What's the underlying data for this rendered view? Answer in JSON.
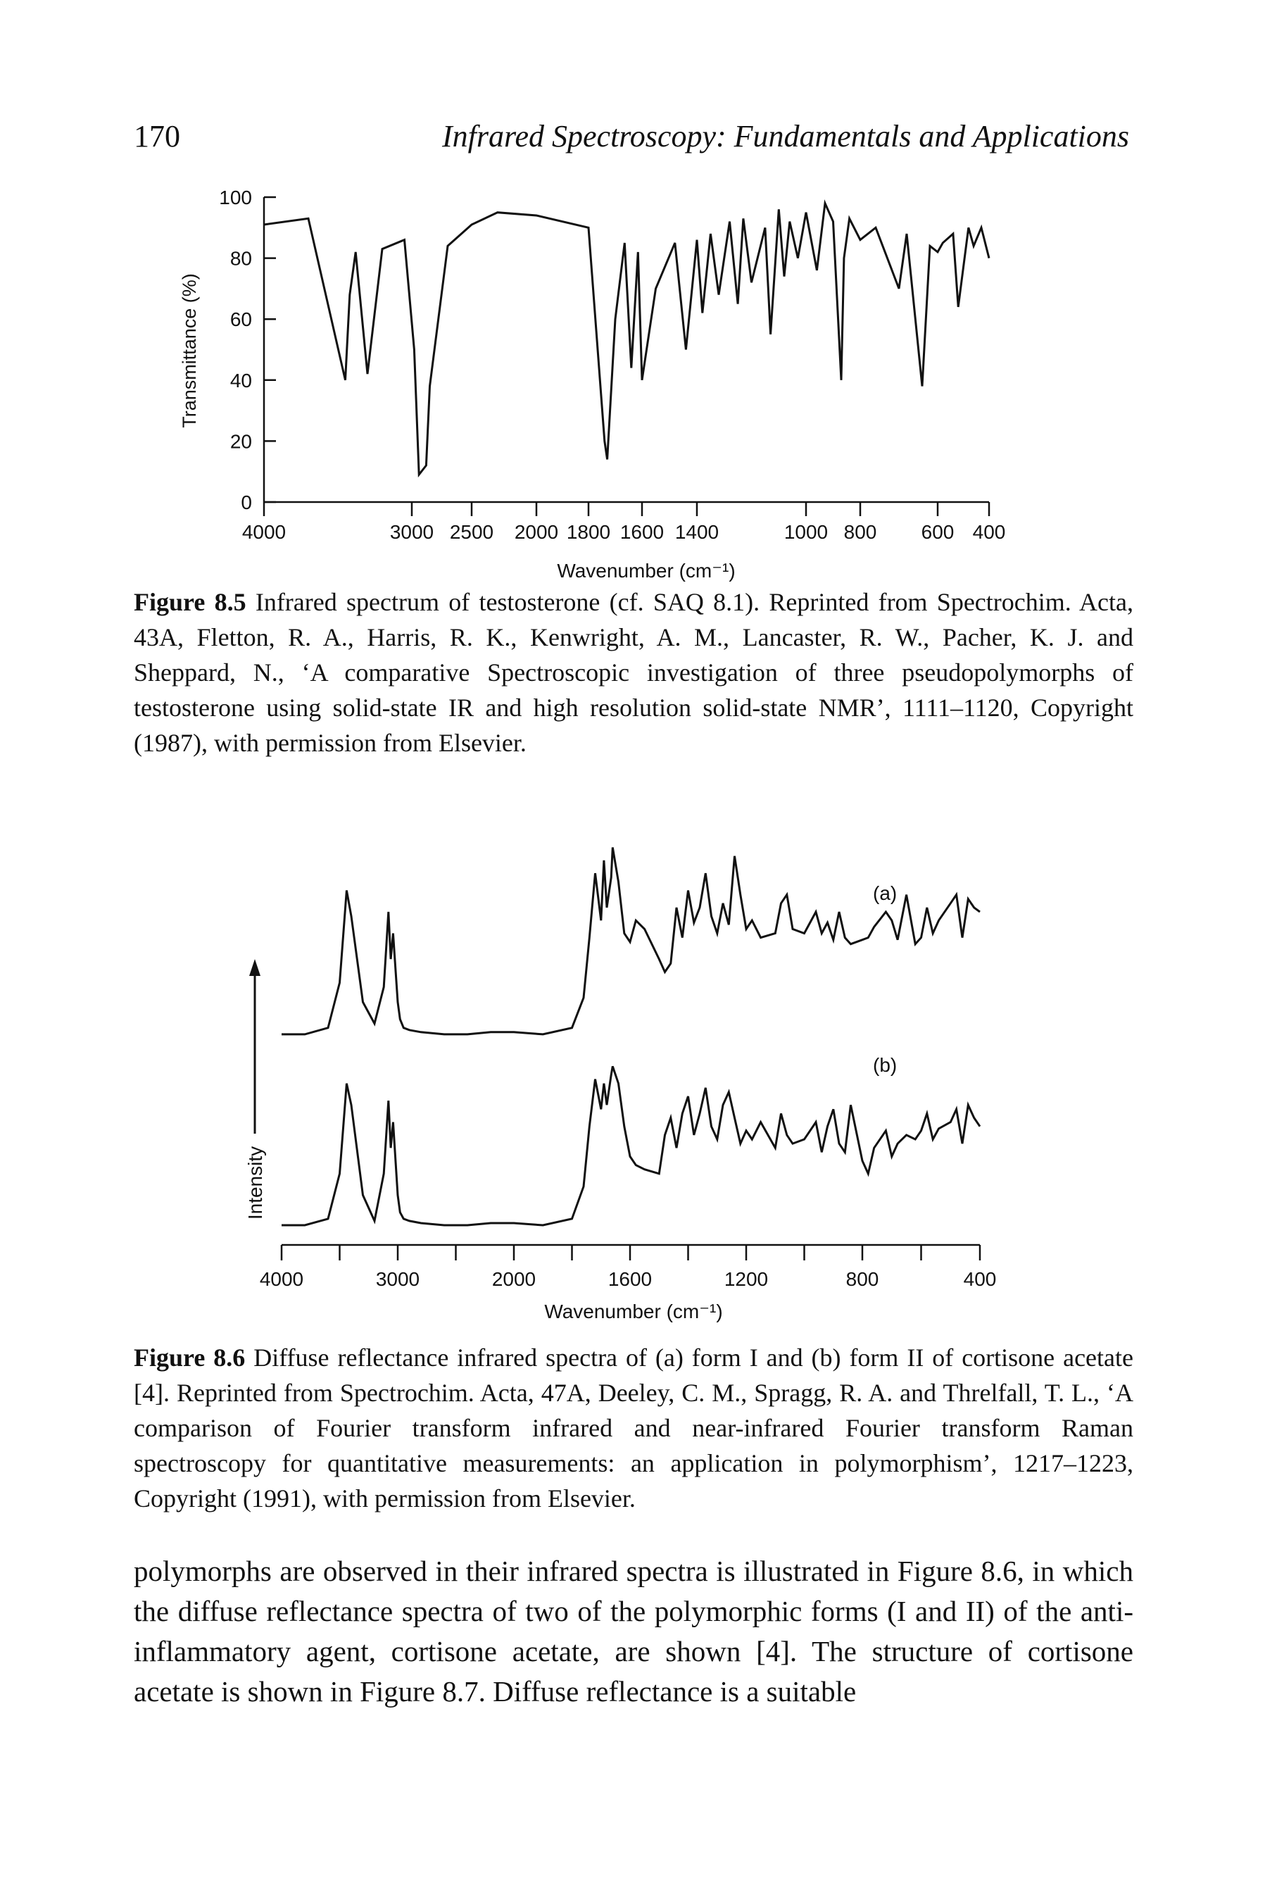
{
  "header": {
    "page_number": "170",
    "running_title": "Infrared Spectroscopy: Fundamentals and Applications"
  },
  "figure_8_5": {
    "chart_data": {
      "type": "line",
      "ylabel": "Transmittance (%)",
      "xlabel": "Wavenumber (cm⁻¹)",
      "ylim": [
        0,
        100
      ],
      "yticks": [
        "100",
        "80",
        "60",
        "40",
        "20",
        "0"
      ],
      "xticks": [
        "4000",
        "3000",
        "2500",
        "2000",
        "1800",
        "1600",
        "1400",
        "1000",
        "800",
        "600",
        "400"
      ],
      "x_axis": "reversed, scale expanded below 2000 cm⁻¹",
      "series": [
        {
          "x": [
            4000,
            3700,
            3450,
            3420,
            3380,
            3300,
            3200,
            3050,
            2980,
            2940,
            2880,
            2850,
            2700,
            2500,
            2300,
            2000,
            1800,
            1740,
            1730,
            1700,
            1665,
            1640,
            1615,
            1600,
            1550,
            1480,
            1440,
            1400,
            1380,
            1350,
            1320,
            1280,
            1250,
            1230,
            1200,
            1150,
            1130,
            1100,
            1080,
            1060,
            1030,
            1000,
            960,
            930,
            900,
            870,
            860,
            840,
            800,
            760,
            700,
            680,
            640,
            620,
            600,
            580,
            540,
            520,
            480,
            460,
            430,
            400
          ],
          "y": [
            91,
            93,
            40,
            68,
            82,
            42,
            83,
            86,
            50,
            9,
            12,
            38,
            84,
            91,
            95,
            94,
            90,
            20,
            14,
            60,
            85,
            44,
            82,
            40,
            70,
            85,
            50,
            86,
            62,
            88,
            68,
            92,
            65,
            93,
            72,
            90,
            55,
            96,
            74,
            92,
            80,
            95,
            76,
            98,
            92,
            40,
            80,
            93,
            86,
            90,
            70,
            88,
            38,
            84,
            82,
            85,
            88,
            64,
            90,
            84,
            90,
            80
          ]
        }
      ]
    },
    "caption_label": "Figure 8.5",
    "caption_text": " Infrared spectrum of testosterone (cf. SAQ 8.1). Reprinted from Spectrochim. Acta, 43A, Fletton, R. A., Harris, R. K., Kenwright, A. M., Lancaster, R. W., Pacher, K. J. and Sheppard, N., ‘A comparative Spectroscopic investigation of three pseudopolymorphs of testosterone using solid-state IR and high resolution solid-state NMR’, 1111–1120, Copyright (1987), with permission from Elsevier."
  },
  "figure_8_6": {
    "chart_data": {
      "type": "line",
      "ylabel": "Intensity",
      "xlabel": "Wavenumber (cm⁻¹)",
      "xticks": [
        "4000",
        "3000",
        "2000",
        "1600",
        "1200",
        "800",
        "400"
      ],
      "series": [
        {
          "name": "(a)",
          "x": [
            4000,
            3800,
            3600,
            3500,
            3440,
            3400,
            3300,
            3200,
            3120,
            3080,
            3060,
            3040,
            3000,
            2980,
            2950,
            2900,
            2800,
            2600,
            2400,
            2200,
            2000,
            1900,
            1800,
            1760,
            1740,
            1720,
            1700,
            1690,
            1680,
            1665,
            1660,
            1640,
            1620,
            1600,
            1580,
            1550,
            1500,
            1480,
            1460,
            1440,
            1420,
            1400,
            1380,
            1360,
            1340,
            1320,
            1300,
            1280,
            1260,
            1240,
            1220,
            1200,
            1180,
            1150,
            1100,
            1080,
            1060,
            1040,
            1000,
            960,
            940,
            920,
            900,
            880,
            860,
            840,
            800,
            780,
            760,
            720,
            700,
            680,
            650,
            620,
            600,
            580,
            560,
            540,
            500,
            480,
            460,
            440,
            420,
            400
          ],
          "y": [
            0.13,
            0.13,
            0.16,
            0.37,
            0.8,
            0.68,
            0.28,
            0.18,
            0.35,
            0.7,
            0.48,
            0.6,
            0.28,
            0.2,
            0.16,
            0.15,
            0.14,
            0.13,
            0.13,
            0.14,
            0.14,
            0.13,
            0.16,
            0.3,
            0.58,
            0.88,
            0.66,
            0.94,
            0.72,
            0.86,
            1.0,
            0.84,
            0.6,
            0.56,
            0.66,
            0.62,
            0.48,
            0.42,
            0.46,
            0.72,
            0.58,
            0.8,
            0.65,
            0.72,
            0.88,
            0.68,
            0.6,
            0.74,
            0.64,
            0.96,
            0.78,
            0.62,
            0.66,
            0.58,
            0.6,
            0.74,
            0.78,
            0.62,
            0.6,
            0.7,
            0.6,
            0.65,
            0.57,
            0.7,
            0.58,
            0.55,
            0.57,
            0.58,
            0.63,
            0.7,
            0.66,
            0.57,
            0.78,
            0.55,
            0.58,
            0.72,
            0.6,
            0.66,
            0.74,
            0.78,
            0.58,
            0.76,
            0.72,
            0.7
          ]
        },
        {
          "name": "(b)",
          "x": [
            4000,
            3800,
            3600,
            3500,
            3440,
            3400,
            3300,
            3200,
            3120,
            3080,
            3060,
            3040,
            3000,
            2980,
            2950,
            2900,
            2800,
            2600,
            2400,
            2200,
            2000,
            1900,
            1800,
            1760,
            1740,
            1720,
            1700,
            1690,
            1680,
            1665,
            1660,
            1640,
            1620,
            1600,
            1580,
            1550,
            1500,
            1480,
            1460,
            1440,
            1420,
            1400,
            1380,
            1360,
            1340,
            1320,
            1300,
            1280,
            1260,
            1240,
            1220,
            1200,
            1180,
            1150,
            1100,
            1080,
            1060,
            1040,
            1000,
            960,
            940,
            920,
            900,
            880,
            860,
            840,
            800,
            780,
            760,
            720,
            700,
            680,
            650,
            620,
            600,
            580,
            560,
            540,
            500,
            480,
            460,
            440,
            420,
            400
          ],
          "y": [
            0.1,
            0.1,
            0.13,
            0.34,
            0.76,
            0.66,
            0.24,
            0.12,
            0.34,
            0.68,
            0.46,
            0.58,
            0.24,
            0.16,
            0.13,
            0.12,
            0.11,
            0.1,
            0.1,
            0.11,
            0.11,
            0.1,
            0.13,
            0.28,
            0.56,
            0.78,
            0.64,
            0.76,
            0.66,
            0.8,
            0.84,
            0.76,
            0.56,
            0.42,
            0.38,
            0.36,
            0.34,
            0.52,
            0.6,
            0.46,
            0.62,
            0.7,
            0.52,
            0.62,
            0.74,
            0.56,
            0.5,
            0.66,
            0.72,
            0.6,
            0.48,
            0.54,
            0.5,
            0.58,
            0.46,
            0.62,
            0.52,
            0.48,
            0.5,
            0.58,
            0.44,
            0.56,
            0.64,
            0.48,
            0.44,
            0.66,
            0.4,
            0.34,
            0.46,
            0.54,
            0.42,
            0.48,
            0.52,
            0.5,
            0.54,
            0.62,
            0.5,
            0.55,
            0.58,
            0.64,
            0.48,
            0.66,
            0.6,
            0.56
          ]
        }
      ]
    },
    "caption_label": "Figure 8.6",
    "caption_text": " Diffuse reflectance infrared spectra of (a) form I and (b) form II of cortisone acetate [4]. Reprinted from Spectrochim. Acta, 47A, Deeley, C. M., Spragg, R. A. and Threlfall, T. L., ‘A comparison of Fourier transform infrared and near-infrared Fourier transform Raman spectroscopy for quantitative measurements: an application in polymorphism’, 1217–1223, Copyright (1991), with permission from Elsevier."
  },
  "body": {
    "paragraph": "polymorphs are observed in their infrared spectra is illustrated in Figure 8.6, in which the diffuse reflectance spectra of two of the polymorphic forms (I and II) of the anti-inflammatory agent, cortisone acetate, are shown [4]. The structure of cortisone acetate is shown in Figure 8.7. Diffuse reflectance is a suitable"
  }
}
